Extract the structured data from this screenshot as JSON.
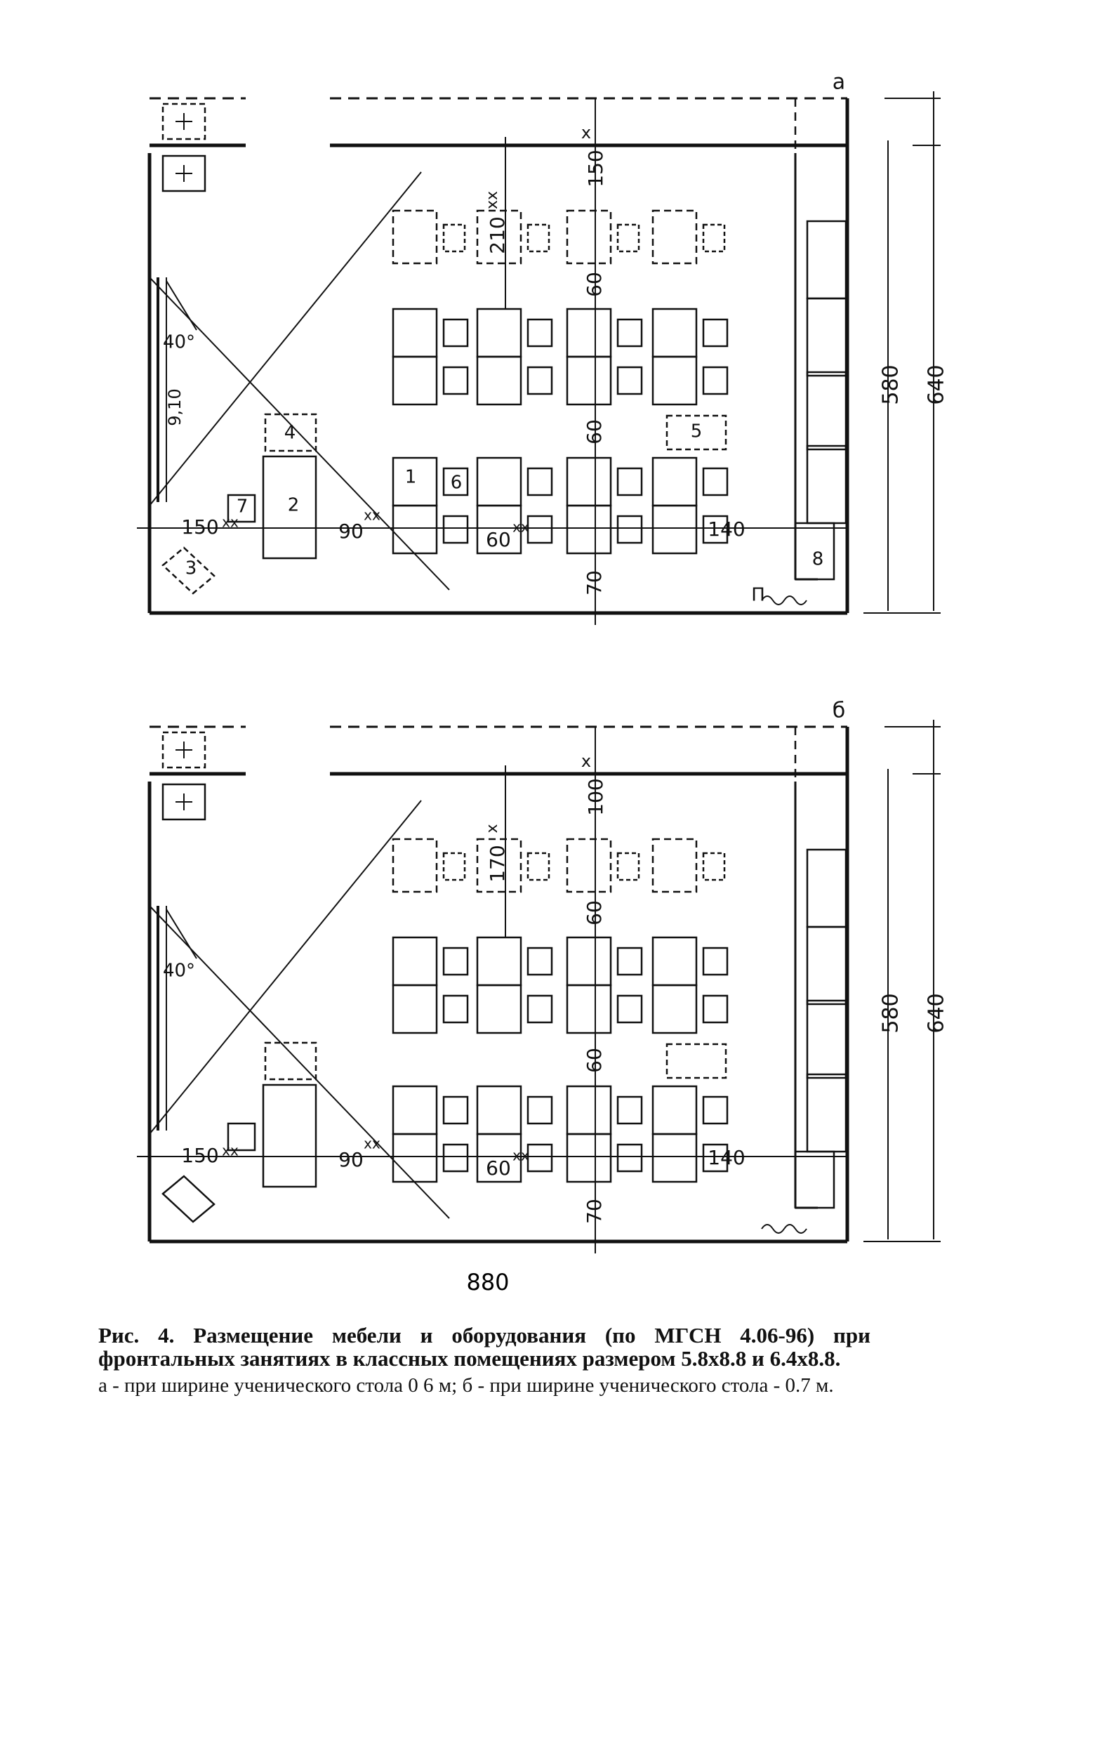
{
  "plans": [
    {
      "variant": "a",
      "labels": {
        "top_gap": "150",
        "top_marker": "x",
        "front_row_gap": "210",
        "front_row_marker": "xx",
        "row_gap_1": "60",
        "row_gap_2": "60",
        "left_clearance": "150",
        "left_clearance_marker": "xx",
        "desk_clearance": "90",
        "desk_clearance_marker": "xx",
        "aisle_width": "60",
        "aisle_marker": "xx",
        "right_clearance": "140",
        "rear_gap": "70",
        "angle": "40°",
        "board_size": "9,10",
        "inner_width": "580",
        "outer_width": "640",
        "radiator_mark": "П"
      },
      "items": [
        "1",
        "2",
        "3",
        "4",
        "5",
        "6",
        "7",
        "8"
      ]
    },
    {
      "variant": "б",
      "labels": {
        "top_gap": "100",
        "top_marker": "x",
        "front_row_gap": "170",
        "front_row_marker": "x",
        "row_gap_1": "60",
        "row_gap_2": "60",
        "left_clearance": "150",
        "left_clearance_marker": "xx",
        "desk_clearance": "90",
        "desk_clearance_marker": "xx",
        "aisle_width": "60",
        "aisle_marker": "xx",
        "right_clearance": "140",
        "rear_gap": "70",
        "angle": "40°",
        "inner_width": "580",
        "outer_width": "640"
      }
    }
  ],
  "overall_length": "880",
  "caption": {
    "title": "Рис. 4. Размещение мебели и оборудования (по МГСН 4.06-96) при фронтальных занятиях в классных помещениях размером 5.8х8.8 и 6.4х8.8.",
    "body": "а - при ширине ученического стола 0 6 м; б - при ширине ученического стола - 0.7 м."
  }
}
